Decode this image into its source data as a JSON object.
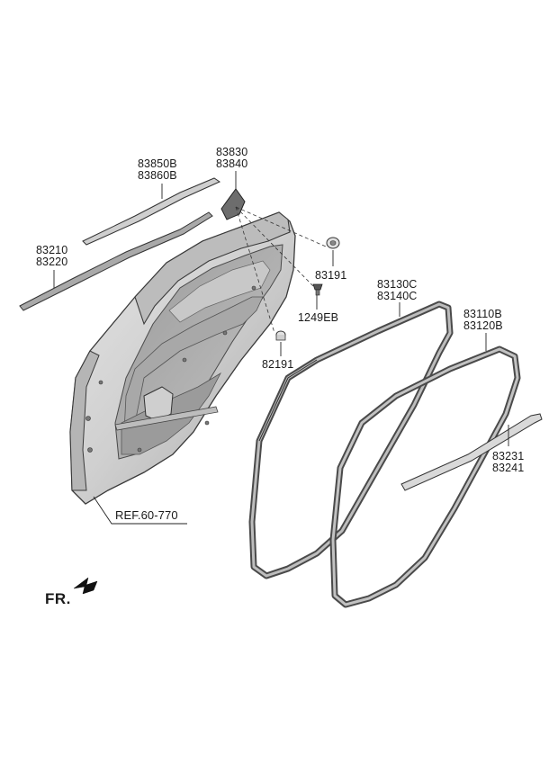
{
  "parts": {
    "upper_mold": {
      "line1": "83850B",
      "line2": "83860B"
    },
    "delta_cover": {
      "line1": "83830",
      "line2": "83840"
    },
    "belt_mold": {
      "line1": "83210",
      "line2": "83220"
    },
    "grommet": {
      "code": "83191"
    },
    "screw": {
      "code": "1249EB"
    },
    "plug": {
      "code": "82191"
    },
    "door_seal": {
      "line1": "83130C",
      "line2": "83140C"
    },
    "body_seal": {
      "line1": "83110B",
      "line2": "83120B"
    },
    "strip": {
      "line1": "83231",
      "line2": "83241"
    }
  },
  "reference": {
    "text": "REF.60-770"
  },
  "direction": {
    "text": "FR."
  },
  "colors": {
    "panel_fill": "#d4d4d4",
    "panel_dark": "#8f8f8f",
    "outline": "#3a3a3a",
    "seal_dark": "#4a4a4a",
    "seal_light": "#bdbdbd",
    "leader": "#222222"
  },
  "icons": {
    "direction_arrow": "arrow-icon"
  }
}
